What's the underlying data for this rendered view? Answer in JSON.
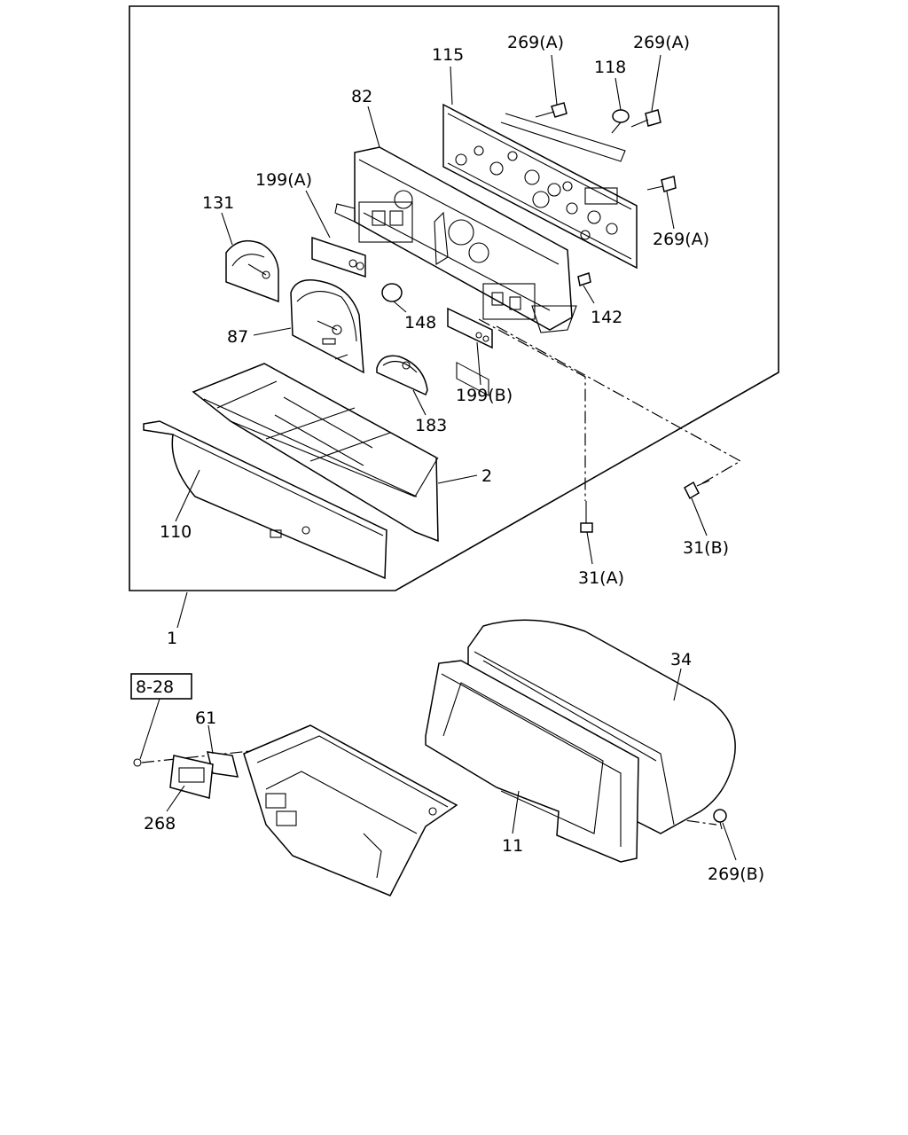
{
  "diagram": {
    "ref_box": "8-28",
    "callouts": {
      "p269a_top": "269(A)",
      "p269a_right": "269(A)",
      "p115": "115",
      "p118": "118",
      "p82": "82",
      "p199a": "199(A)",
      "p131": "131",
      "p269a_side": "269(A)",
      "p148": "148",
      "p142": "142",
      "p87": "87",
      "p199b": "199(B)",
      "p183": "183",
      "p2": "2",
      "p110": "110",
      "p31b": "31(B)",
      "p31a": "31(A)",
      "p1": "1",
      "p34": "34",
      "p61": "61",
      "p268": "268",
      "p11": "11",
      "p269b": "269(B)"
    }
  }
}
